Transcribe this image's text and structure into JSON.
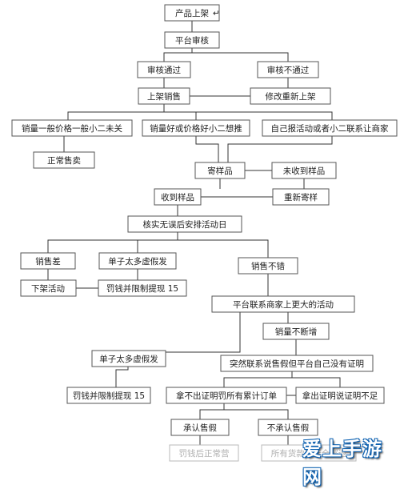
{
  "nodes": {
    "n1": "产品上架",
    "n2": "平台审核",
    "n3": "审核通过",
    "n4": "审核不通过",
    "n5": "上架销售",
    "n6": "修改重新上架",
    "n7": "销量一般价格一般小二未关",
    "n8": "销量好或价格好小二想推",
    "n9": "自己报活动或者小二联系让商家",
    "n10": "正常售卖",
    "n11": "寄样品",
    "n12": "未收到样品",
    "n13": "收到样品",
    "n14": "重新寄样",
    "n15": "核实无误后安排活动日",
    "n16": "销售差",
    "n17": "单子太多虚假发",
    "n18": "销售不错",
    "n19": "下架活动",
    "n20": "罚钱并限制提现 15",
    "n21": "平台联系商家上更大的活动",
    "n22": "销量不断增",
    "n23": "单子太多虚假发",
    "n24": "突然联系说售假但平台自己没有证明",
    "n25": "罚钱并限制提现 15",
    "n26": "拿不出证明罚所有累计订单",
    "n27": "拿出证明说证明不足",
    "n28": "承认售假",
    "n29": "不承认售假",
    "n30": "罚钱后正常营",
    "n31": "所有货款冻结全部退"
  },
  "watermark": "爱上手游网"
}
